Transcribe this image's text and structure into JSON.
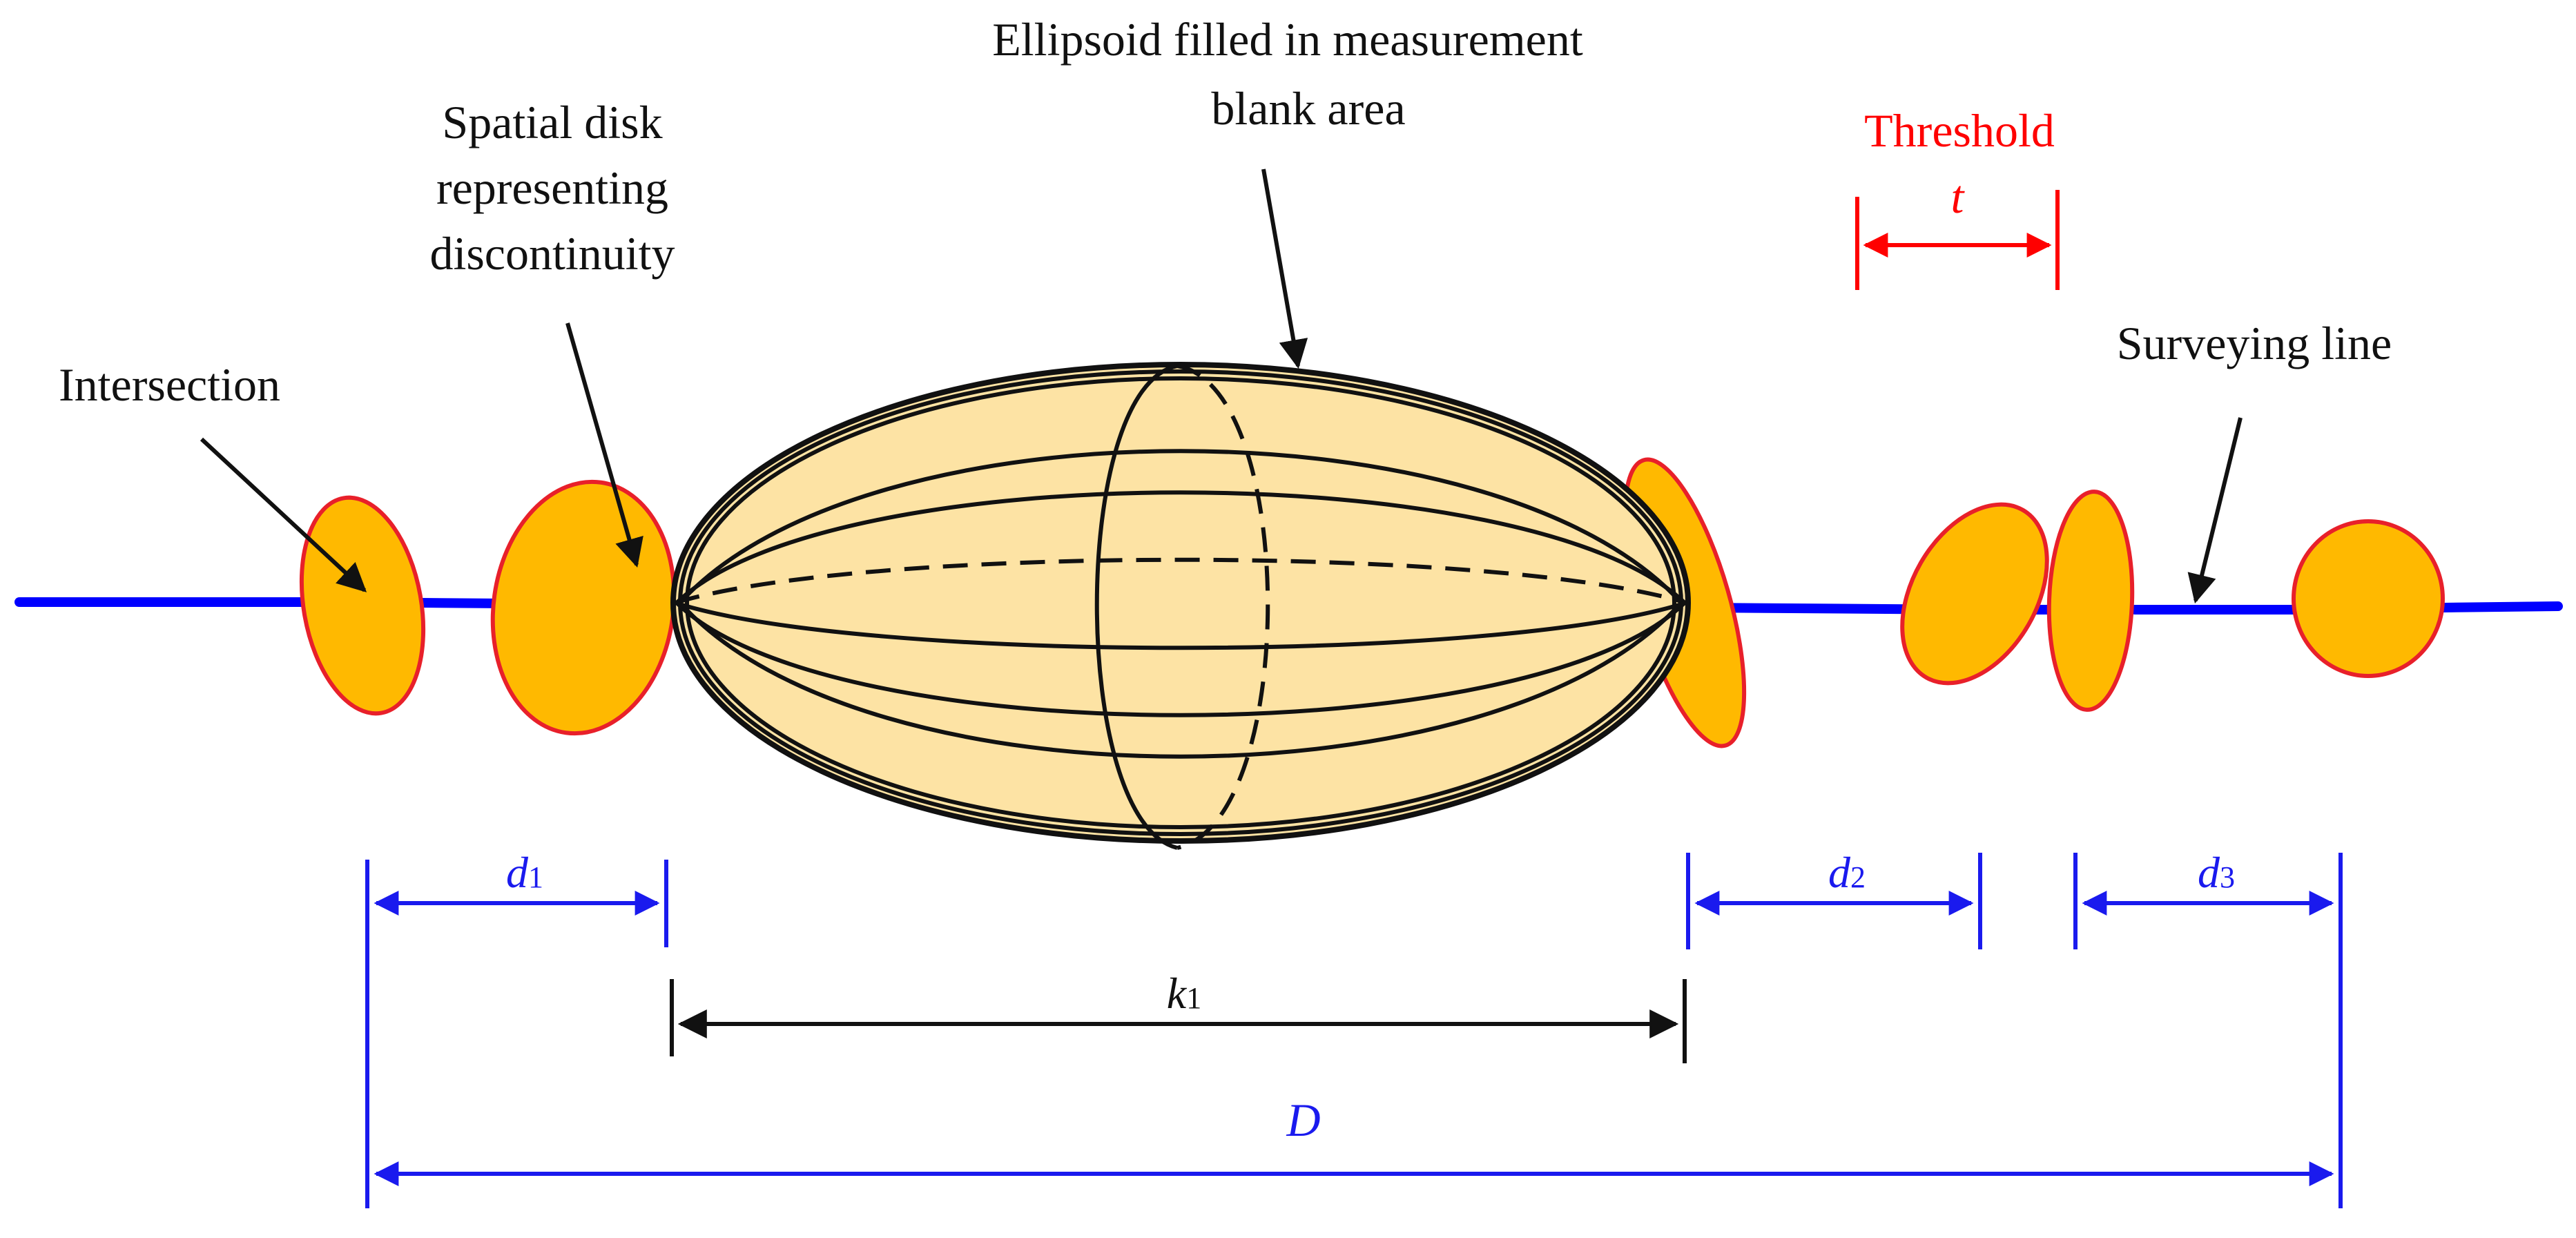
{
  "labels": {
    "ellipsoid_line1": "Ellipsoid filled in measurement",
    "ellipsoid_line2": "blank area",
    "disk_line1": "Spatial disk",
    "disk_line2": "representing",
    "disk_line3": "discontinuity",
    "intersection": "Intersection",
    "threshold": "Threshold",
    "threshold_symbol": "t",
    "surveying_line": "Surveying line"
  },
  "dimensions": {
    "d1": {
      "base": "d",
      "sub": "1"
    },
    "d2": {
      "base": "d",
      "sub": "2"
    },
    "d3": {
      "base": "d",
      "sub": "3"
    },
    "k1": {
      "base": "k",
      "sub": "1"
    },
    "D": {
      "base": "D"
    }
  },
  "colors": {
    "surveying_line": "#0000ff",
    "dimension": "#1a1aee",
    "disk_fill": "#ffb900",
    "disk_stroke": "#e8202a",
    "ellipsoid_fill": "#fde3a4",
    "threshold": "#ff0000",
    "annotation": "#111111"
  }
}
